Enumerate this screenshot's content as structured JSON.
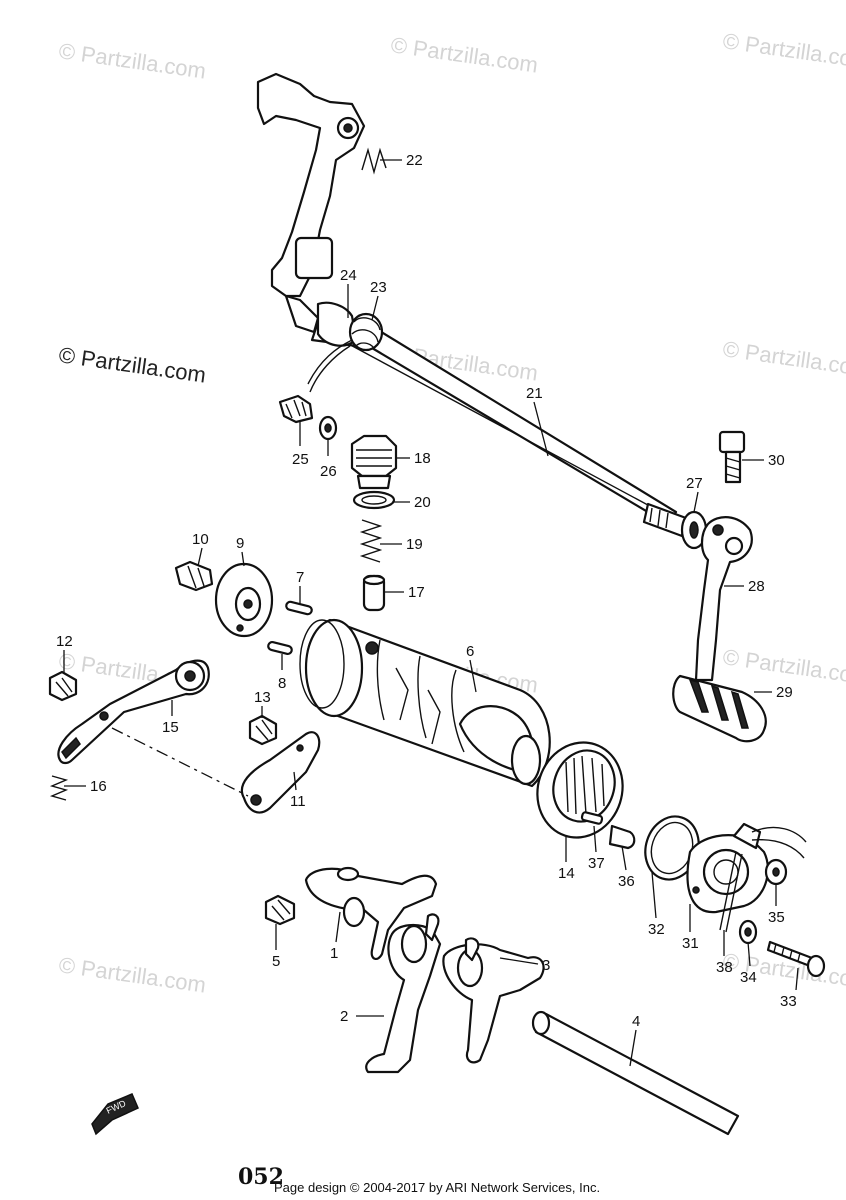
{
  "watermarks": [
    "© Partzilla.com",
    "© Partzilla.com",
    "© Partzilla.com",
    "© Partzilla.com",
    "© Partzilla.com",
    "© Partzilla.com",
    "© Partzilla.com",
    "© Partzilla.com",
    "© Partzilla.com",
    "© Partzilla.com",
    "© Partzilla.com"
  ],
  "callouts": [
    "22",
    "24",
    "23",
    "21",
    "25",
    "26",
    "18",
    "20",
    "30",
    "27",
    "10",
    "9",
    "19",
    "7",
    "17",
    "28",
    "12",
    "8",
    "6",
    "15",
    "13",
    "29",
    "16",
    "11",
    "14",
    "37",
    "36",
    "32",
    "31",
    "35",
    "5",
    "1",
    "3",
    "38",
    "34",
    "33",
    "2",
    "4"
  ],
  "page_number": "052",
  "footer": "Page design © 2004-2017 by ARI Network Services, Inc."
}
